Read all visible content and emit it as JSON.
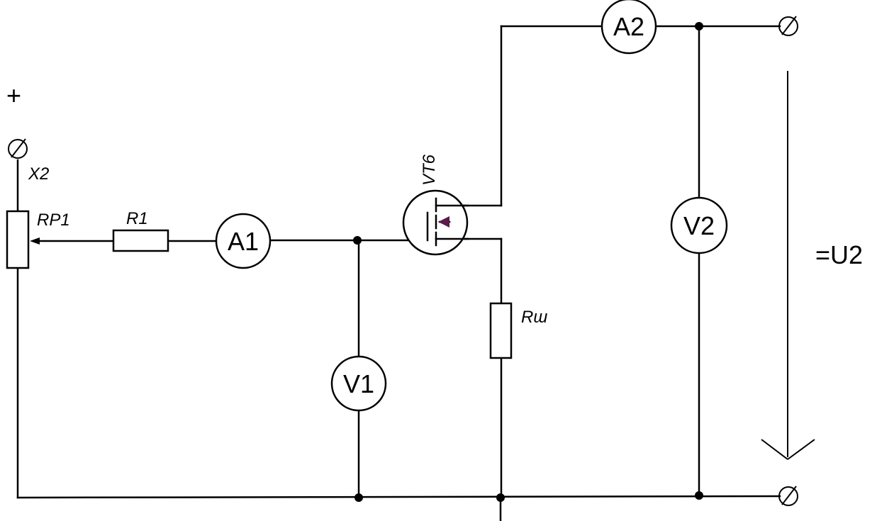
{
  "labels": {
    "plus": "+",
    "x2": "X2",
    "rp1": "RP1",
    "r1": "R1",
    "vt6": "VT6",
    "rsh": "Rш",
    "u2": "=U2"
  },
  "meters": {
    "a1": "A1",
    "a2": "A2",
    "v1": "V1",
    "v2": "V2"
  },
  "colors": {
    "line": "#000000",
    "arrow_accent": "#5a1a4a"
  }
}
